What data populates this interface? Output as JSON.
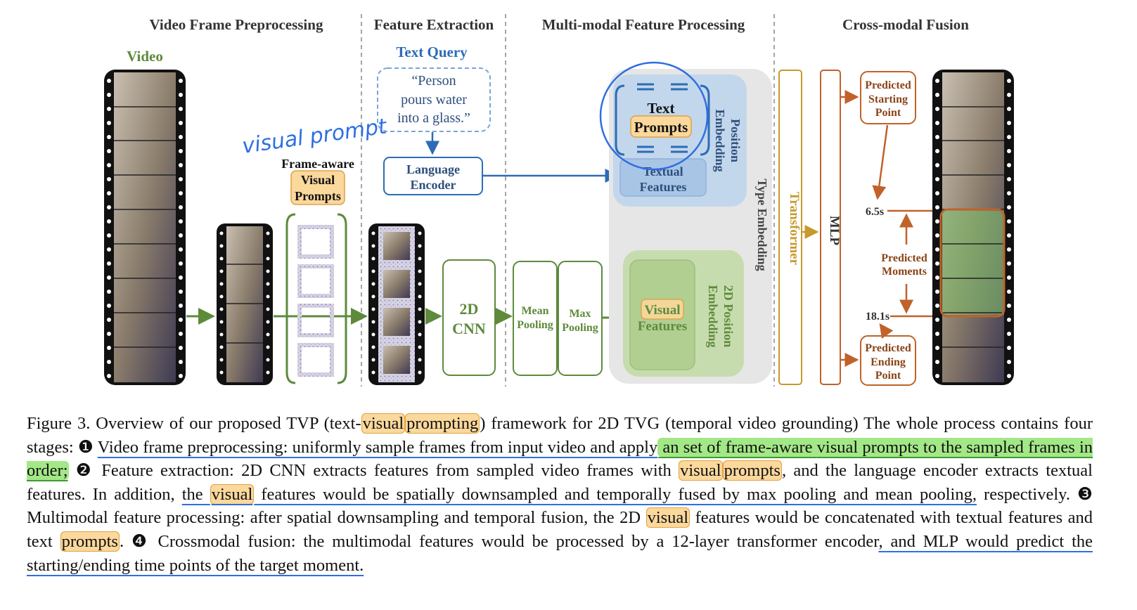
{
  "stages": {
    "s1": "Video Frame Preprocessing",
    "s2": "Feature Extraction",
    "s3": "Multi-modal Feature Processing",
    "s4": "Cross-modal Fusion"
  },
  "video_label": "Video",
  "text_query": {
    "title": "Text Query",
    "line1": "“Person",
    "line2": "pours water",
    "line3": "into a glass.”"
  },
  "annotation": "visual prompt",
  "frame_aware": {
    "l1": "Frame-aware",
    "l2": "Visual",
    "l3": "Prompts"
  },
  "lang_enc": {
    "l1": "Language",
    "l2": "Encoder"
  },
  "cnn": {
    "l1": "2D",
    "l2": "CNN"
  },
  "mean_pool": {
    "l1": "Mean",
    "l2": "Pooling"
  },
  "max_pool": {
    "l1": "Max",
    "l2": "Pooling"
  },
  "text_prompts": {
    "l1": "Text",
    "l2": "Prompts"
  },
  "textual_features": {
    "l1": "Textual",
    "l2": "Features"
  },
  "pos_emb": {
    "l1": "Position",
    "l2": "Embedding"
  },
  "type_emb": "Type Embedding",
  "visual_features": {
    "l1": "Visual",
    "l2": "Features"
  },
  "pos2d_emb": {
    "l1": "2D Position",
    "l2": "Embedding"
  },
  "transformer": "Transformer",
  "mlp": "MLP",
  "pred_start": {
    "l1": "Predicted",
    "l2": "Starting",
    "l3": "Point"
  },
  "pred_end": {
    "l1": "Predicted",
    "l2": "Ending",
    "l3": "Point"
  },
  "pred_moments": {
    "l1": "Predicted",
    "l2": "Moments"
  },
  "t_start": "6.5s",
  "t_end": "18.1s",
  "caption": {
    "a1": "Figure 3. Overview of our proposed TVP (text-",
    "a2": "visual",
    "a3": "prompting",
    "a4": ") framework for 2D TVG (temporal video grounding) The whole process contains four stages: ❶ ",
    "b1": "Video frame preprocessing: uniformly sample frames from input video and apply",
    "b2": " an set of frame-aware ",
    "b3": "visual",
    "b4": "prompts",
    "b5": " to the sampled frames in order;",
    "c1": " ❷ Feature extraction: 2D CNN extracts features from sampled video frames with ",
    "c2": "visual",
    "c3": "prompts",
    "c4": ", and the language encoder extracts textual features. In addition, ",
    "d1": "the ",
    "d2": "visual",
    "d3": " features would be spatially downsampled and temporally fused by max pooling and mean pooling,",
    "e1": " respectively. ❸ Multimodal feature processing: after spatial downsampling and temporal fusion, the 2D ",
    "e2": "visual",
    "e3": " features would be concatenated with textual features and text ",
    "e4": "prompts",
    "e5": ". ❹ Crossmodal fusion: the multimodal features would be processed by a 12-layer transformer encoder",
    "f1": ", and MLP would predict the starting/ending time points of the target moment."
  }
}
